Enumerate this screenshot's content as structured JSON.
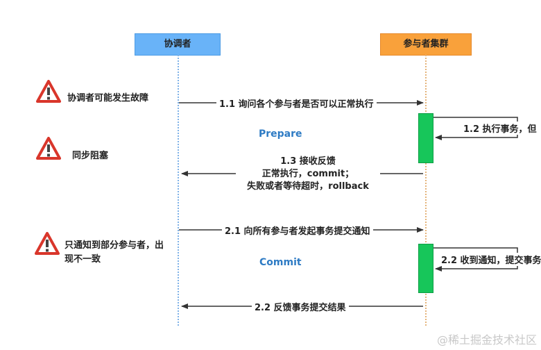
{
  "participants": {
    "coordinator": "协调者",
    "cluster": "参与者集群"
  },
  "phases": {
    "prepare": "Prepare",
    "commit": "Commit"
  },
  "messages": {
    "m1_1": "1.1 询问各个参与者是否可以正常执行",
    "m1_2": "1.2 执行事务，但",
    "m1_3_line1": "1.3 接收反馈",
    "m1_3_line2": "正常执行，commit；",
    "m1_3_line3": "失败或者等待超时，rollback",
    "m2_1": "2.1 向所有参与者发起事务提交通知",
    "m2_2_self": "2.2 收到通知，提交事务",
    "m2_2_return": "2.2 反馈事务提交结果"
  },
  "warnings": {
    "w1": "协调者可能发生故障",
    "w2": "同步阻塞",
    "w3_line1": "只通知到部分参与者，出",
    "w3_line2": "现不一致"
  },
  "watermark": "@稀土掘金技术社区",
  "colors": {
    "coordinator": "#69b3f8",
    "cluster": "#f9a13b",
    "activation": "#17c65a",
    "phase_text": "#2e7bc4",
    "warning": "#d9362b"
  },
  "icons": [
    "warning-icon"
  ]
}
